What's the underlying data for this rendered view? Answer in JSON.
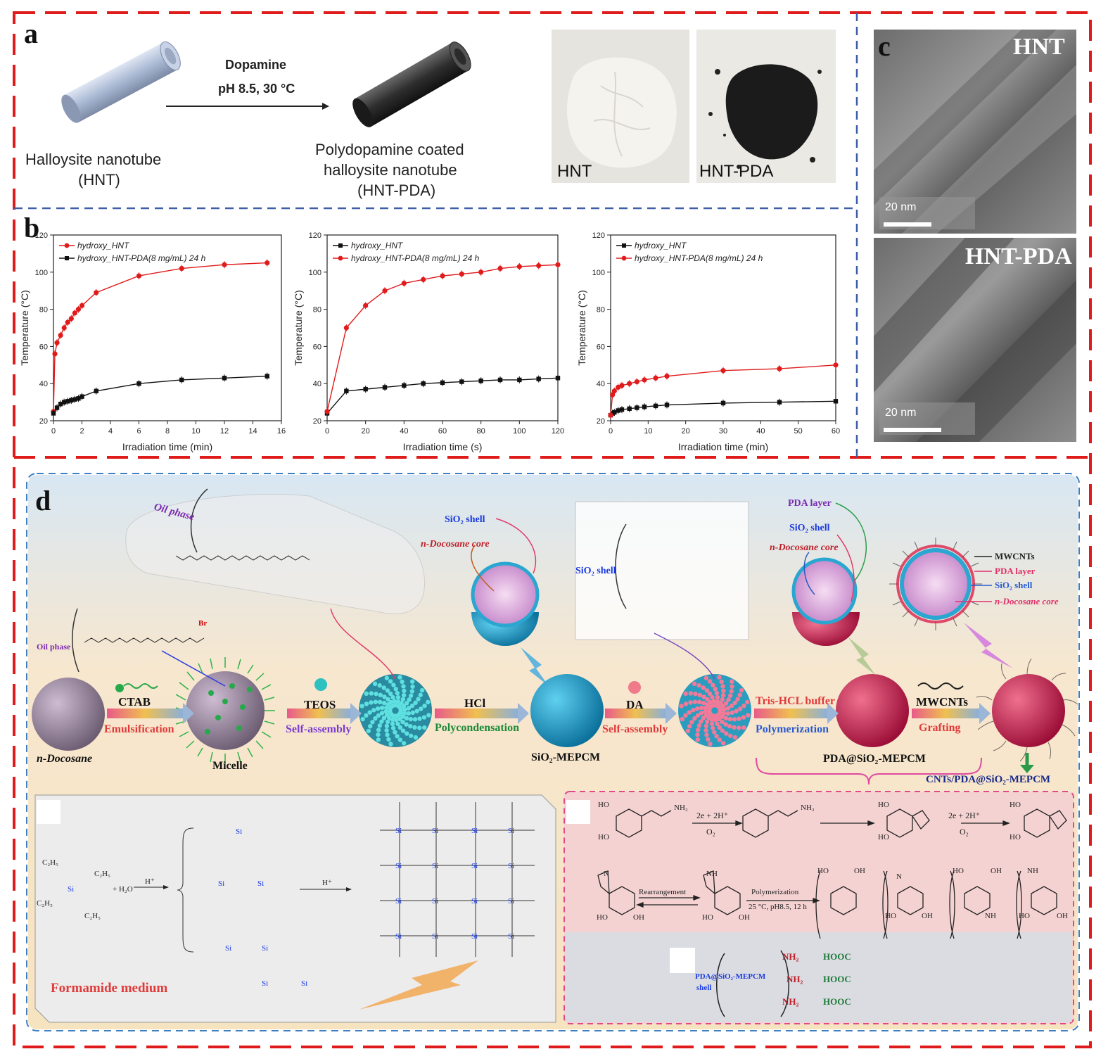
{
  "panels": {
    "a": "a",
    "b": "b",
    "c": "c",
    "d": "d"
  },
  "panel_a": {
    "hnt_label_line1": "Halloysite nanotube",
    "hnt_label_line2": "(HNT)",
    "arrow_top": "Dopamine",
    "arrow_bottom": "pH 8.5, 30 °C",
    "pda_label_line1": "Polydopamine coated",
    "pda_label_line2": "halloysite nanotube",
    "pda_label_line3": "(HNT-PDA)",
    "photo_left": "HNT",
    "photo_right": "HNT-PDA"
  },
  "panel_c": {
    "top_title": "HNT",
    "bottom_title": "HNT-PDA",
    "scale_top": "20 nm",
    "scale_bottom": "20 nm"
  },
  "chart_data": [
    {
      "type": "line",
      "xlabel": "Irradiation time (min)",
      "ylabel": "Temperature (°C)",
      "xlim": [
        0,
        16
      ],
      "ylim": [
        20,
        120
      ],
      "xticks": [
        0,
        2,
        4,
        6,
        8,
        10,
        12,
        14,
        16
      ],
      "yticks": [
        20,
        40,
        60,
        80,
        100,
        120
      ],
      "series": [
        {
          "name": "hydroxy_HNT",
          "color": "#e01b1b",
          "marker": "circle",
          "x": [
            0,
            0.1,
            0.25,
            0.5,
            0.75,
            1,
            1.25,
            1.5,
            1.75,
            2,
            3,
            6,
            9,
            12,
            15
          ],
          "y": [
            25,
            56,
            62,
            66,
            70,
            73,
            75,
            78,
            80,
            82,
            89,
            98,
            102,
            104,
            105
          ]
        },
        {
          "name": "hydroxy_HNT-PDA(8 mg/mL) 24 h",
          "color": "#111111",
          "marker": "square",
          "x": [
            0,
            0.25,
            0.5,
            0.75,
            1,
            1.25,
            1.5,
            1.75,
            2,
            3,
            6,
            9,
            12,
            15
          ],
          "y": [
            24,
            27,
            29,
            30,
            30.5,
            31,
            31.5,
            32,
            33,
            36,
            40,
            42,
            43,
            44
          ]
        }
      ],
      "legend_sub": "(8 mg/mL) 24 h"
    },
    {
      "type": "line",
      "xlabel": "Irradiation time (s)",
      "ylabel": "Temperature (°C)",
      "xlim": [
        0,
        120
      ],
      "ylim": [
        20,
        120
      ],
      "xticks": [
        0,
        20,
        40,
        60,
        80,
        100,
        120
      ],
      "yticks": [
        20,
        40,
        60,
        80,
        100,
        120
      ],
      "series": [
        {
          "name": "hydroxy_HNT",
          "color": "#111111",
          "marker": "square",
          "x": [
            0,
            10,
            20,
            30,
            40,
            50,
            60,
            70,
            80,
            90,
            100,
            110,
            120
          ],
          "y": [
            24,
            36,
            37,
            38,
            39,
            40,
            40.5,
            41,
            41.5,
            42,
            42,
            42.5,
            43
          ]
        },
        {
          "name": "hydroxy_HNT-PDA(8 mg/mL) 24 h",
          "color": "#e01b1b",
          "marker": "circle",
          "x": [
            0,
            10,
            20,
            30,
            40,
            50,
            60,
            70,
            80,
            90,
            100,
            110,
            120
          ],
          "y": [
            25,
            70,
            82,
            90,
            94,
            96,
            98,
            99,
            100,
            102,
            103,
            103.5,
            104
          ]
        }
      ]
    },
    {
      "type": "line",
      "xlabel": "Irradiation time (min)",
      "ylabel": "Temperature (°C)",
      "xlim": [
        0,
        60
      ],
      "ylim": [
        20,
        120
      ],
      "xticks": [
        0,
        10,
        20,
        30,
        40,
        50,
        60
      ],
      "yticks": [
        20,
        40,
        60,
        80,
        100,
        120
      ],
      "series": [
        {
          "name": "hydroxy_HNT",
          "color": "#111111",
          "marker": "square",
          "x": [
            0,
            0.5,
            1,
            2,
            3,
            5,
            7,
            9,
            12,
            15,
            30,
            45,
            60
          ],
          "y": [
            23,
            24,
            24.5,
            25.5,
            26,
            26.5,
            27,
            27.5,
            28,
            28.5,
            29.5,
            30,
            30.5
          ]
        },
        {
          "name": "hydroxy_HNT-PDA(8 mg/mL) 24 h",
          "color": "#e01b1b",
          "marker": "circle",
          "x": [
            0,
            0.5,
            1,
            2,
            3,
            5,
            7,
            9,
            12,
            15,
            30,
            45,
            60
          ],
          "y": [
            23,
            34,
            36,
            38,
            39,
            40,
            41,
            42,
            43,
            44,
            47,
            48,
            50
          ]
        }
      ]
    }
  ],
  "panel_d": {
    "oil_phase_top": "Oil phase",
    "oil_phase_left": "Oil phase",
    "br": "Br",
    "sio2_shell_1": "SiO₂ shell",
    "docosane_core_1": "n-Docosane core",
    "sio2_shell_mid": "SiO₂ shell",
    "pda_layer_1": "PDA layer",
    "sio2_shell_2": "SiO₂ shell",
    "docosane_core_2": "n-Docosane core",
    "legend_mwcnts": "MWCNTs",
    "legend_pda": "PDA layer",
    "legend_sio2": "SiO₂ shell",
    "legend_core": "n-Docosane core",
    "step1_top": "CTAB",
    "step1_bottom": "Emulsification",
    "step2_top": "TEOS",
    "step2_bottom": "Self-assembly",
    "step3_top": "HCl",
    "step3_bottom": "Polycondensation",
    "step4_top": "DA",
    "step4_bottom": "Self-assembly",
    "step5_top": "Tris-HCL buffer",
    "step5_bottom": "Polymerization",
    "step6_top": "MWCNTs",
    "step6_bottom": "Grafting",
    "sphere_docosane": "n-Docosane",
    "sphere_micelle": "Micelle",
    "sphere_sio2": "SiO₂-MEPCM",
    "sphere_pda": "PDA@SiO₂-MEPCM",
    "sphere_cnts": "CNTs/PDA@SiO₂-MEPCM",
    "formamide": "Formamide medium",
    "rx_2e_top": "2e + 2H⁺",
    "rx_2e_bottom": "O₂",
    "rx_2e_top_b": "2e + 2H⁺",
    "rx_2e_bottom_b": "O₂",
    "rearrangement": "Rearrangement",
    "polymerization": "Polymerization",
    "poly_cond": "25 °C, pH8.5, 12 h",
    "pda_shell_line1": "PDA@SiO₂-MEPCM",
    "pda_shell_line2": "shell",
    "nh2": "NH₂",
    "hooc": "HOOC",
    "h_plus": "H⁺",
    "h2o": "+ H₂O",
    "si": "Si",
    "oh": "OH",
    "ho": "HO",
    "nh": "NH",
    "n": "N"
  }
}
